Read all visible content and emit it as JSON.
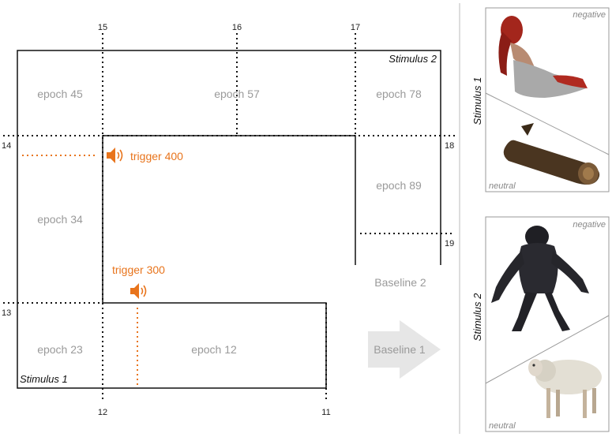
{
  "diagram": {
    "stimulus_labels": {
      "stimulus_1": "Stimulus 1",
      "stimulus_2": "Stimulus 2"
    },
    "ticks": {
      "t11": "11",
      "t12": "12",
      "t13": "13",
      "t14": "14",
      "t15": "15",
      "t16": "16",
      "t17": "17",
      "t18": "18",
      "t19": "19"
    },
    "epochs": {
      "e45": "epoch 45",
      "e57": "epoch 57",
      "e78": "epoch 78",
      "e89": "epoch 89",
      "e34": "epoch 34",
      "e23": "epoch 23",
      "e12": "epoch 12"
    },
    "baselines": {
      "b1": "Baseline 1",
      "b2": "Baseline 2"
    },
    "triggers": {
      "t400": "trigger 400",
      "t300": "trigger 300"
    }
  },
  "panels": {
    "stimulus_1": {
      "title": "Stimulus 1",
      "top_label": "negative",
      "bottom_label": "neutral"
    },
    "stimulus_2": {
      "title": "Stimulus 2",
      "top_label": "negative",
      "bottom_label": "neutral"
    }
  },
  "colors": {
    "trigger": "#e8741c",
    "epoch_text": "#9a9a9a",
    "arrow": "#e6e6e6"
  }
}
